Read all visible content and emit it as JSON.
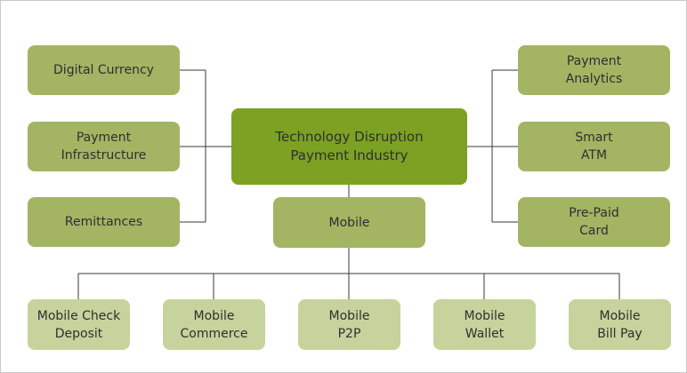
{
  "center": {
    "line1": "Technology Disruption",
    "line2": "Payment Industry"
  },
  "left": [
    {
      "line1": "Digital Currency"
    },
    {
      "line1": "Payment",
      "line2": "Infrastructure"
    },
    {
      "line1": "Remittances"
    }
  ],
  "right": [
    {
      "line1": "Payment",
      "line2": "Analytics"
    },
    {
      "line1": "Smart",
      "line2": "ATM"
    },
    {
      "line1": "Pre-Paid",
      "line2": "Card"
    }
  ],
  "mobile": {
    "line1": "Mobile"
  },
  "bottom": [
    {
      "line1": "Mobile Check",
      "line2": "Deposit"
    },
    {
      "line1": "Mobile",
      "line2": "Commerce"
    },
    {
      "line1": "Mobile",
      "line2": "P2P"
    },
    {
      "line1": "Mobile",
      "line2": "Wallet"
    },
    {
      "line1": "Mobile",
      "line2": "Bill Pay"
    }
  ],
  "colors": {
    "center_fill": "#7ca123",
    "node_fill": "#a3b463",
    "leaf_fill": "#c6d39c",
    "connector": "#3a3a3a"
  }
}
